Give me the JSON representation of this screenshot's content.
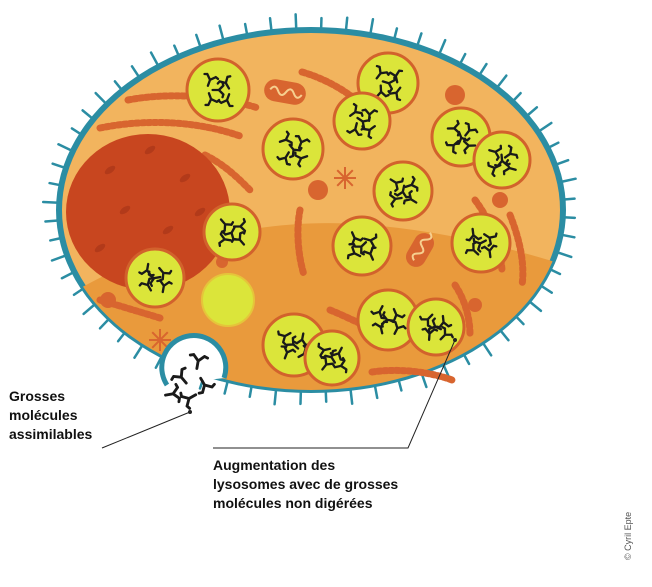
{
  "labels": {
    "large_molecules": [
      "Grosses",
      "molécules",
      "assimilables"
    ],
    "lysosomes": [
      "Augmentation des",
      "lysosomes avec de grosses",
      "molécules non digérées"
    ]
  },
  "credit": "© Cyril Epte",
  "icons": {
    "lysosome": "lysosome-icon",
    "molecule": "molecule-icon",
    "mitochondrion": "mitochondrion-icon",
    "nucleus": "nucleus-icon",
    "centrosome": "centrosome-icon"
  },
  "colors": {
    "cytoplasm": "#f2b45e",
    "cytoplasm_dark": "#e99a3c",
    "membrane": "#2b8da3",
    "nucleus": "#c8461f",
    "nucleus_dark": "#b23a1a",
    "lysosome_fill": "#dbe53a",
    "lysosome_ring": "#d2622c",
    "organelle": "#d8652f",
    "molecule": "#1a1a1a"
  }
}
